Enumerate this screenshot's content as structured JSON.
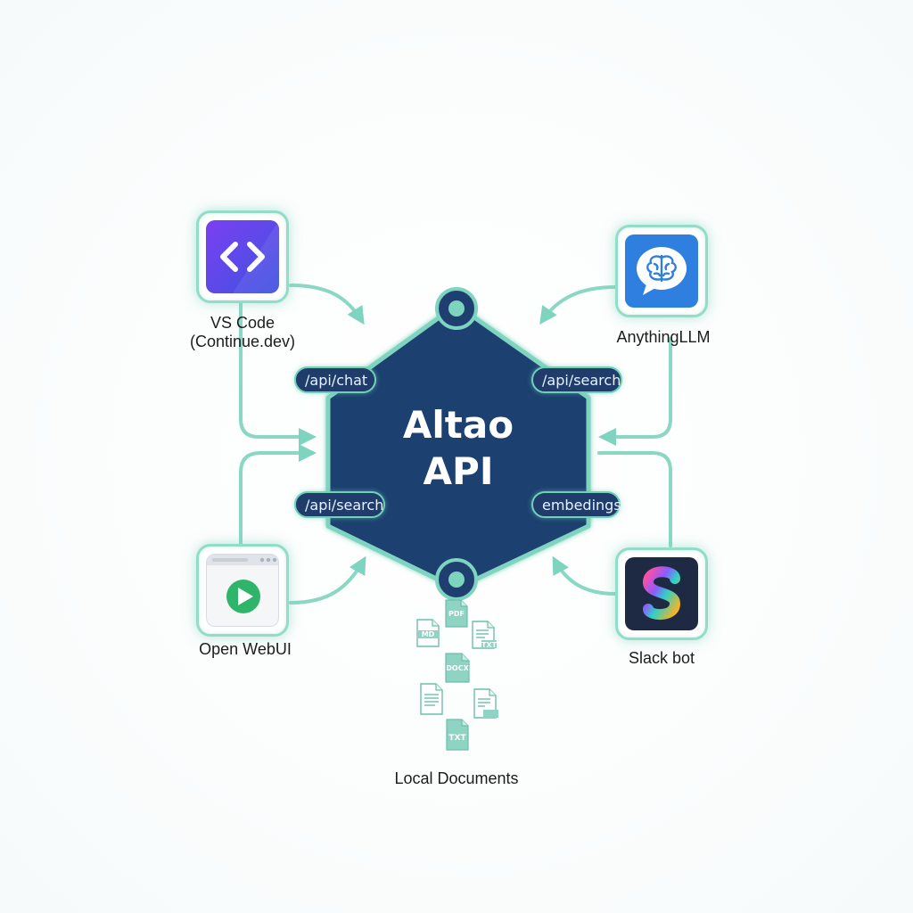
{
  "hub": {
    "title_line1": "Altao",
    "title_line2": "API"
  },
  "endpoints": {
    "top_left": "/api/chat",
    "top_right": "/api/search",
    "bottom_left": "/api/search",
    "bottom_right": "embedings"
  },
  "clients": {
    "vscode": {
      "label_line1": "VS Code",
      "label_line2": "(Continue.dev)",
      "icon": "code-brackets-icon"
    },
    "anythingllm": {
      "label": "AnythingLLM",
      "icon": "brain-chat-icon"
    },
    "openwebui": {
      "label": "Open WebUI",
      "icon": "browser-play-icon"
    },
    "slack": {
      "label": "Slack bot",
      "icon": "slack-s-icon"
    }
  },
  "documents": {
    "label": "Local Documents",
    "files": [
      "PDF",
      "MD",
      "TXT",
      "DOCX",
      "TXT"
    ]
  },
  "colors": {
    "hub_fill": "#1e3f70",
    "accent_teal": "#7fd4bf",
    "pill_fill": "#1f3c6a",
    "vscode_gradient_start": "#7b3ff2",
    "vscode_gradient_end": "#3b52e0",
    "anythingllm_blue": "#2f7fe0",
    "slack_bg": "#1e2a44",
    "play_green": "#2fb56a"
  }
}
